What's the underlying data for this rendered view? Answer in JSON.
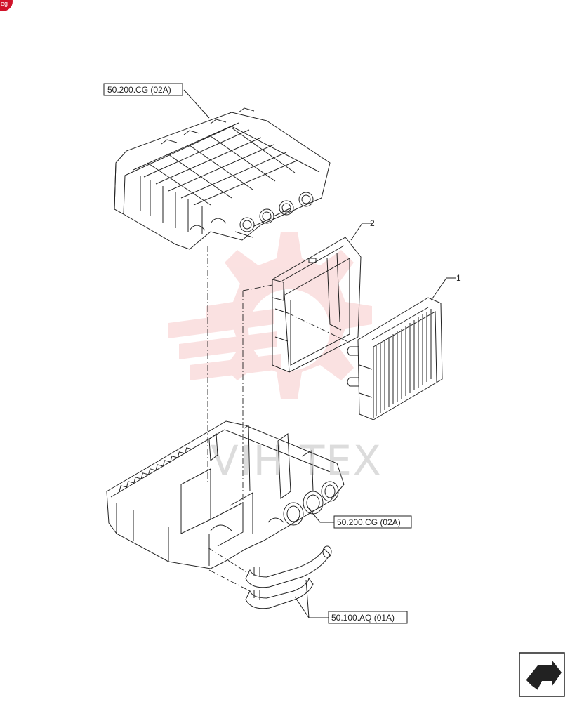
{
  "references": {
    "top_housing": "50.200.CG (02A)",
    "bottom_housing": "50.200.CG (02A)",
    "hoses": "50.100.AQ (01A)"
  },
  "callouts": {
    "radiator": "1",
    "frame": "2"
  },
  "watermark": {
    "text": "VIH TEX",
    "color": "#f5b7b7"
  },
  "colors": {
    "line": "#222222",
    "corner_badge": "#d0132a",
    "watermark": "#f7c9c9"
  },
  "icons": [
    "corner-badge-icon",
    "next-page-arrow-icon"
  ]
}
